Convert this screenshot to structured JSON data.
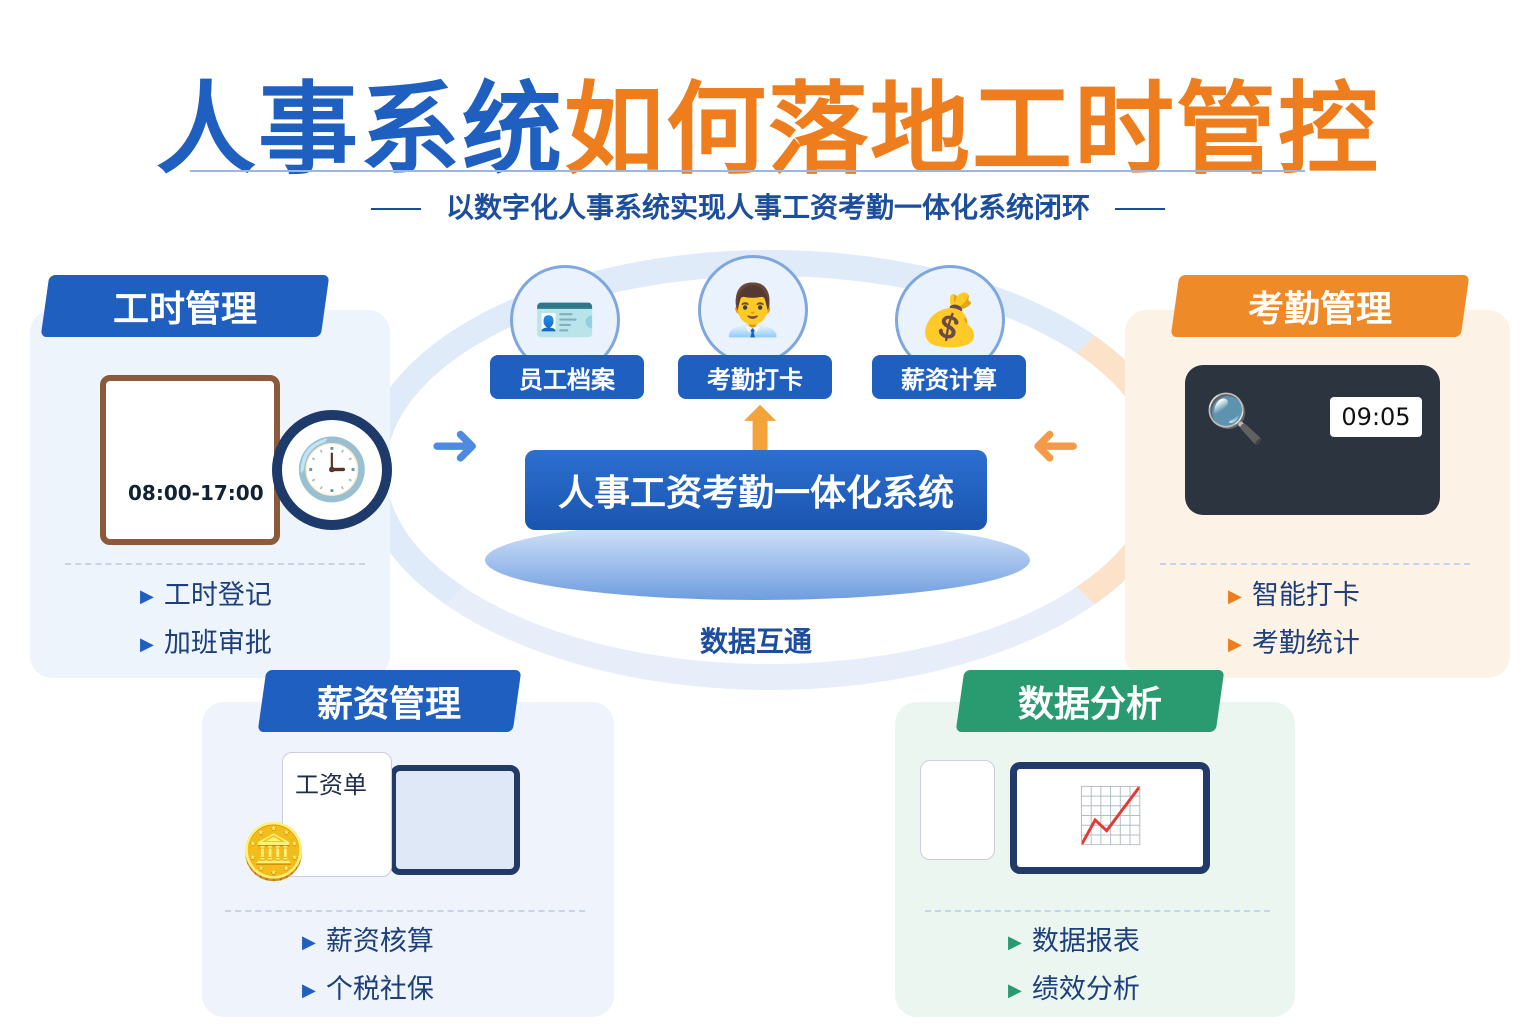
{
  "title": {
    "part1": "人事系统",
    "part2": "如何落地工时管控"
  },
  "subtitle": "以数字化人事系统实现人事工资考勤一体化系统闭环",
  "center": {
    "label": "人事工资考勤一体化系统",
    "flow_label": "数据互通",
    "steps": [
      {
        "label": "员工档案",
        "icon": "id-card-icon"
      },
      {
        "label": "考勤打卡",
        "icon": "employee-avatar-icon"
      },
      {
        "label": "薪资计算",
        "icon": "money-bag-icon"
      }
    ]
  },
  "panels": {
    "hours": {
      "title": "工时管理",
      "clock_text": "08:00-17:00",
      "items": [
        "工时登记",
        "加班审批"
      ],
      "color": "#1f5fc0"
    },
    "attendance": {
      "title": "考勤管理",
      "device_time": "09:05",
      "items": [
        "智能打卡",
        "考勤统计"
      ],
      "color": "#ee7d1e"
    },
    "payroll": {
      "title": "薪资管理",
      "doc_label": "工资单",
      "items": [
        "薪资核算",
        "个税社保"
      ],
      "color": "#1f5fc0"
    },
    "analytics": {
      "title": "数据分析",
      "items": [
        "数据报表",
        "绩效分析"
      ],
      "color": "#2a9a70"
    }
  }
}
